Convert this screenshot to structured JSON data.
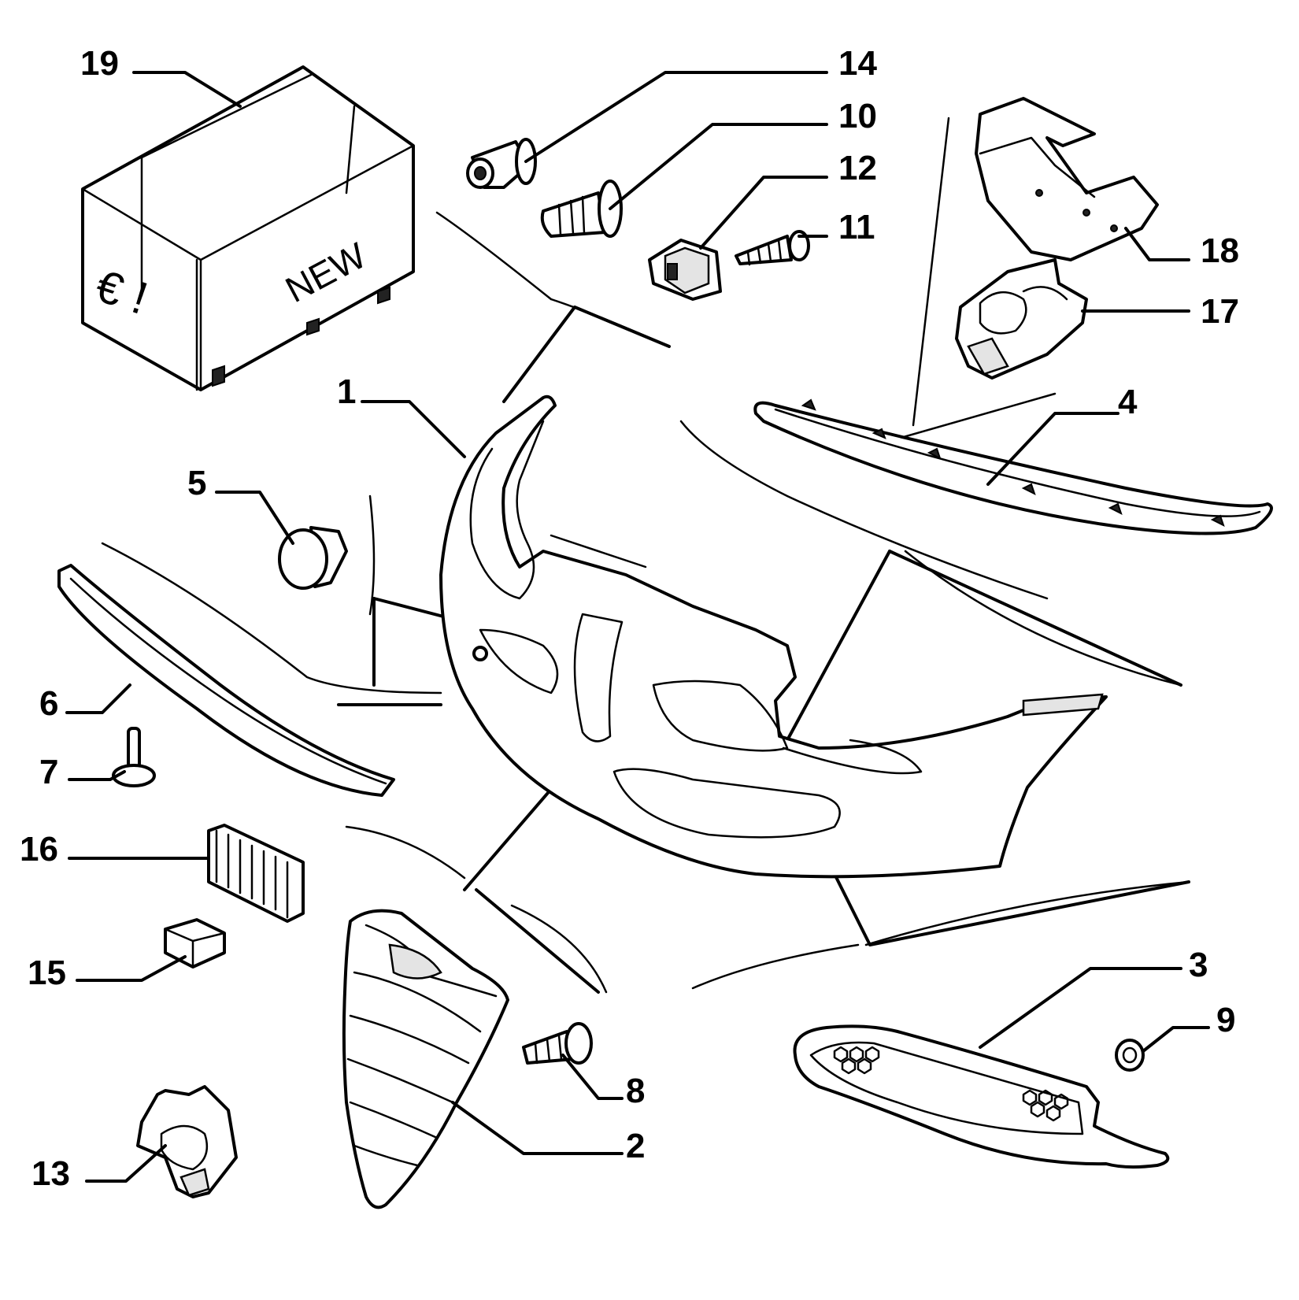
{
  "diagram": {
    "box_label_new": "NEW",
    "box_label_symbol": "€ !",
    "callouts": {
      "p1": "1",
      "p2": "2",
      "p3": "3",
      "p4": "4",
      "p5": "5",
      "p6": "6",
      "p7": "7",
      "p8": "8",
      "p9": "9",
      "p10": "10",
      "p11": "11",
      "p12": "12",
      "p13": "13",
      "p14": "14",
      "p15": "15",
      "p16": "16",
      "p17": "17",
      "p18": "18",
      "p19": "19"
    },
    "colors": {
      "line": "#000000",
      "background": "#ffffff",
      "shade": "#e4e4e4"
    }
  }
}
